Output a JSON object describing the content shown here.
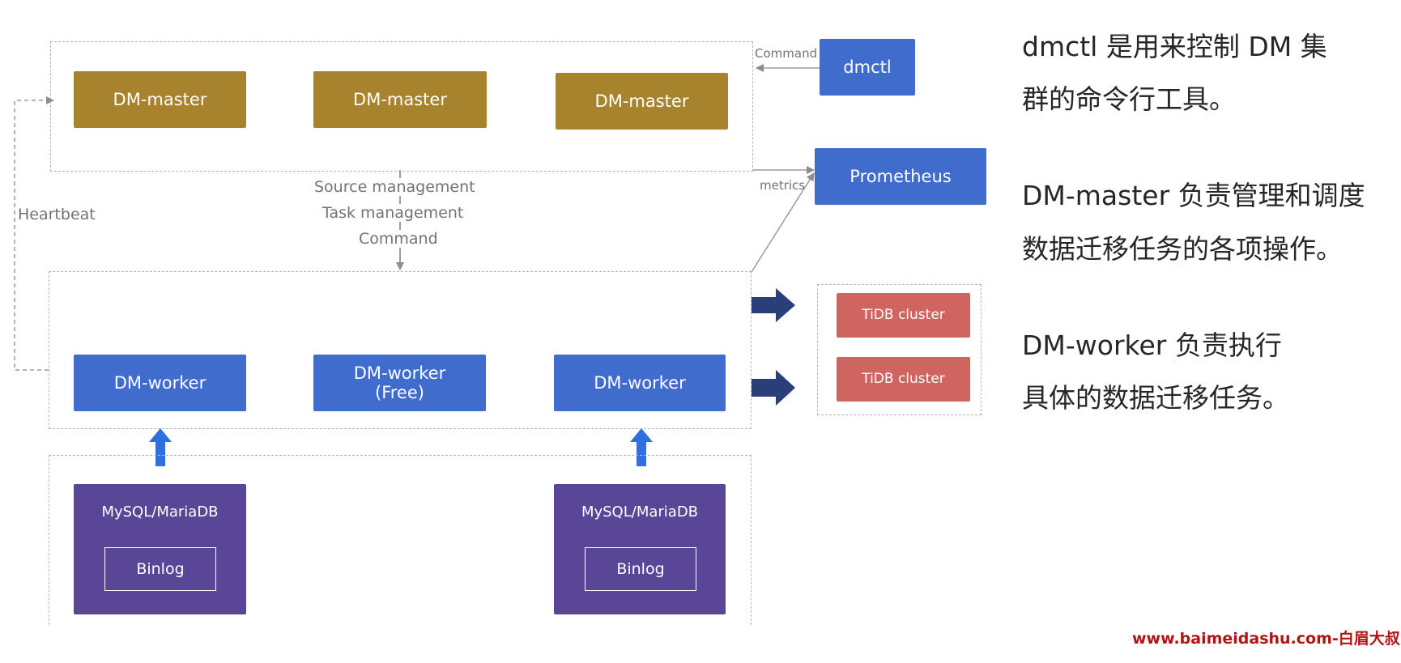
{
  "master_group": {
    "nodes": [
      "DM-master",
      "DM-master",
      "DM-master"
    ]
  },
  "worker_group": {
    "nodes": [
      "DM-worker",
      "DM-worker",
      "DM-worker"
    ],
    "free_tag": "(Free)"
  },
  "sources": [
    {
      "label": "MySQL/MariaDB",
      "log": "Binlog"
    },
    {
      "label": "MySQL/MariaDB",
      "log": "Binlog"
    }
  ],
  "dmctl": "dmctl",
  "prometheus": "Prometheus",
  "tidb_clusters": [
    "TiDB cluster",
    "TiDB cluster"
  ],
  "edge_labels": {
    "command_to_master": "Command",
    "metrics": "metrics",
    "heartbeat": "Heartbeat",
    "source_management": "Source management",
    "task_management": "Task management",
    "command_to_worker": "Command"
  },
  "notes": [
    {
      "line1": "dmctl 是用来控制 DM 集",
      "line2": "群的命令行工具。"
    },
    {
      "line1": "DM-master 负责管理和调度",
      "line2": "数据迁移任务的各项操作。"
    },
    {
      "line1": "DM-worker 负责执行",
      "line2": "具体的数据迁移任务。"
    }
  ],
  "watermark": "www.baimeidashu.com-白眉大叔",
  "colors": {
    "master": "#a8832d",
    "worker": "#3f6ccd",
    "tidb": "#cf6461",
    "source": "#5a4696",
    "flow_arrow": "#2a3f7a",
    "binlog_arrow": "#2f6fe0"
  }
}
